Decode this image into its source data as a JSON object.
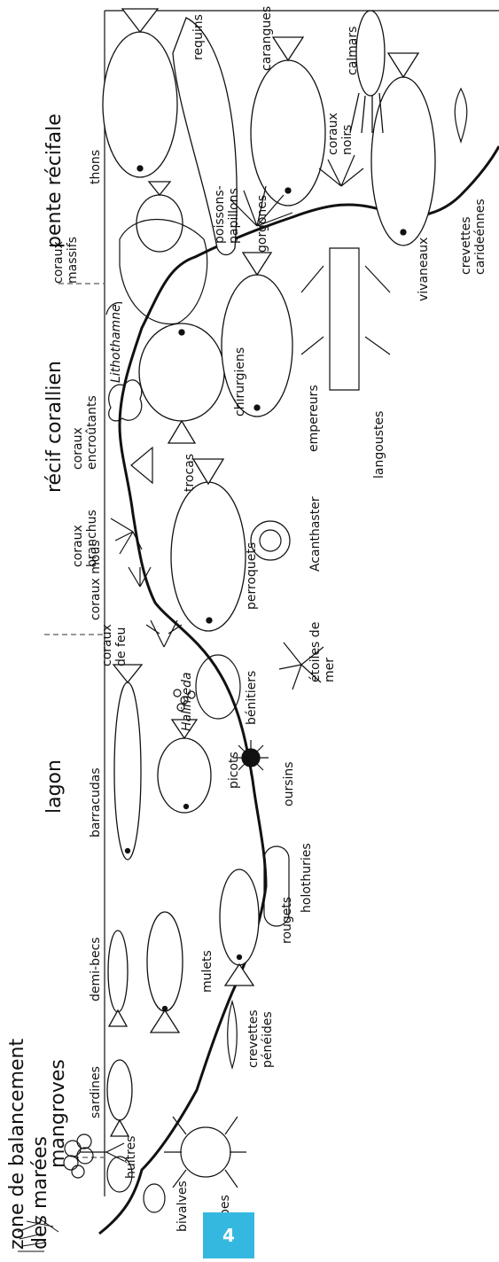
{
  "zones": [
    {
      "id": "balancement",
      "lines": [
        "zone de balancement",
        "des marées"
      ]
    },
    {
      "id": "mangroves",
      "lines": [
        "mangroves"
      ]
    },
    {
      "id": "lagon",
      "lines": [
        "lagon"
      ]
    },
    {
      "id": "recif",
      "lines": [
        "récif corallien"
      ]
    },
    {
      "id": "pente",
      "lines": [
        "pente récifale"
      ]
    }
  ],
  "labels": [
    {
      "id": "bivalves",
      "lines": [
        "bivalves"
      ]
    },
    {
      "id": "huitres",
      "lines": [
        "huîtres"
      ]
    },
    {
      "id": "crabes",
      "lines": [
        "crabes"
      ]
    },
    {
      "id": "sardines",
      "lines": [
        "sardines"
      ]
    },
    {
      "id": "demi-becs",
      "lines": [
        "demi-becs"
      ]
    },
    {
      "id": "mulets",
      "lines": [
        "mulets"
      ]
    },
    {
      "id": "crevettes-peneides",
      "lines": [
        "crevettes",
        "pénéides"
      ]
    },
    {
      "id": "barracudas",
      "lines": [
        "barracudas"
      ]
    },
    {
      "id": "rougets",
      "lines": [
        "rougets"
      ]
    },
    {
      "id": "picots",
      "lines": [
        "picots"
      ]
    },
    {
      "id": "holothuries",
      "lines": [
        "holothuries"
      ]
    },
    {
      "id": "halimeda",
      "lines": [
        "Halimeda"
      ],
      "italic": true
    },
    {
      "id": "oursins",
      "lines": [
        "oursins"
      ]
    },
    {
      "id": "benitiers",
      "lines": [
        "bénitiers"
      ]
    },
    {
      "id": "coraux-de-feu",
      "lines": [
        "coraux",
        "de feu"
      ]
    },
    {
      "id": "etoiles-de-mer",
      "lines": [
        "étoiles de",
        "mer"
      ]
    },
    {
      "id": "coraux-mous",
      "lines": [
        "coraux mous"
      ]
    },
    {
      "id": "perroquets",
      "lines": [
        "perroquets"
      ]
    },
    {
      "id": "coraux-branchus",
      "lines": [
        "coraux",
        "branchus"
      ]
    },
    {
      "id": "acanthaster",
      "lines": [
        "Acanthaster"
      ]
    },
    {
      "id": "trocas",
      "lines": [
        "trocas"
      ]
    },
    {
      "id": "coraux-encroutants",
      "lines": [
        "coraux",
        "encroûtants"
      ]
    },
    {
      "id": "empereurs",
      "lines": [
        "empereurs"
      ]
    },
    {
      "id": "chirurgiens",
      "lines": [
        "chirurgiens"
      ]
    },
    {
      "id": "lithothamne",
      "lines": [
        "Lithothamne"
      ],
      "italic": true
    },
    {
      "id": "langoustes",
      "lines": [
        "langoustes"
      ]
    },
    {
      "id": "coraux-massifs",
      "lines": [
        "coraux",
        "massifs"
      ]
    },
    {
      "id": "gorgones",
      "lines": [
        "gorgones"
      ]
    },
    {
      "id": "poissons-papillons",
      "lines": [
        "poissons-",
        "papillons"
      ]
    },
    {
      "id": "thons",
      "lines": [
        "thons"
      ]
    },
    {
      "id": "requins",
      "lines": [
        "requins"
      ]
    },
    {
      "id": "carangues",
      "lines": [
        "carangues"
      ]
    },
    {
      "id": "coraux-noirs",
      "lines": [
        "coraux",
        "noirs"
      ]
    },
    {
      "id": "vivaneaux",
      "lines": [
        "vivaneaux"
      ]
    },
    {
      "id": "crevettes-carideennes",
      "lines": [
        "crevettes",
        "carideénnes"
      ]
    },
    {
      "id": "calmars",
      "lines": [
        "calmars"
      ]
    }
  ],
  "page_number": "4",
  "colors": {
    "badge": "#35b8e0",
    "line": "#111111",
    "dash": "#777777"
  }
}
